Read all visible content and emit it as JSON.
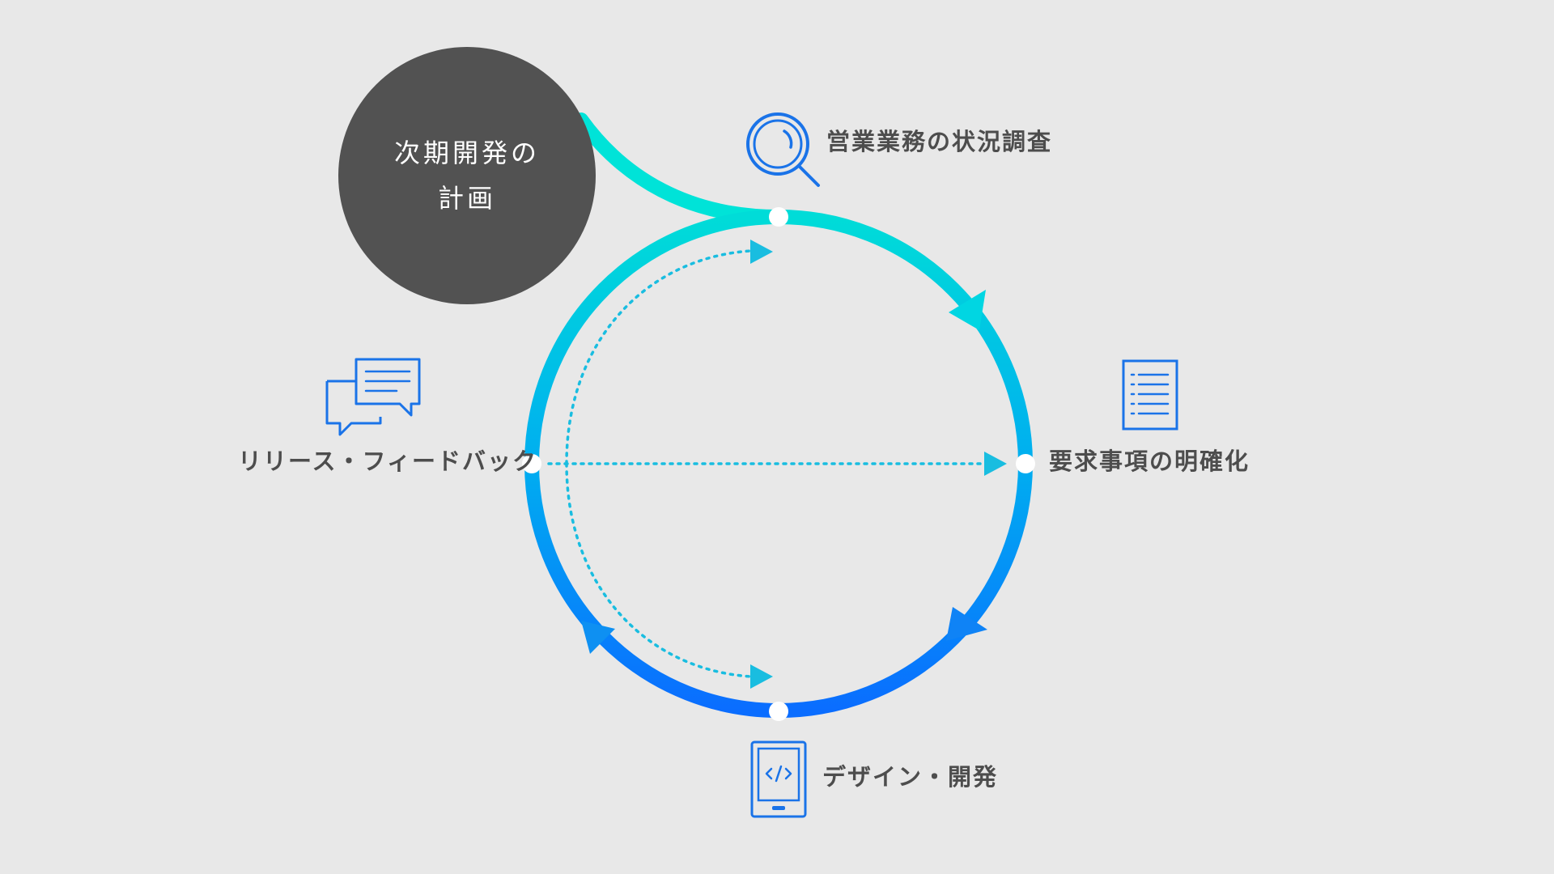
{
  "center_node": {
    "line1": "次期開発の",
    "line2": "計画"
  },
  "stages": {
    "survey": "営業業務の状況調査",
    "requirements": "要求事項の明確化",
    "design": "デザイン・開発",
    "feedback": "リリース・フィードバック"
  },
  "icons": {
    "survey": "magnifier-icon",
    "requirements": "document-icon",
    "design": "tablet-code-icon",
    "feedback": "chat-bubbles-icon"
  },
  "colors": {
    "background": "#e8e8e8",
    "planning_circle": "#525252",
    "cycle_start": "#00e5d8",
    "cycle_end": "#0a6dff",
    "dotted": "#19bde0",
    "icon": "#1a73e8",
    "text": "#4d4d4d"
  }
}
